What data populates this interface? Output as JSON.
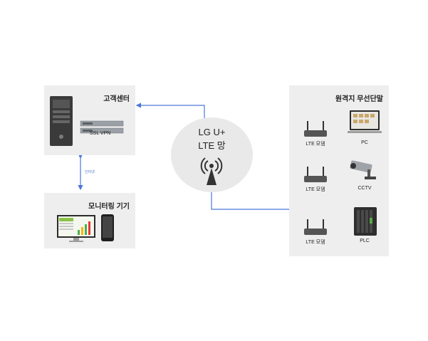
{
  "center": {
    "line1": "LG U+",
    "line2": "LTE 망"
  },
  "customer_center": {
    "title": "고객센터",
    "vpn_label": "SSL VPN"
  },
  "link_label": "인터넷",
  "monitoring": {
    "title": "모니터링 기기"
  },
  "remote": {
    "title": "원격지 무선단말",
    "rows": [
      {
        "modem_label": "LTE 모뎀",
        "device_label": "PC"
      },
      {
        "modem_label": "LTE 모뎀",
        "device_label": "CCTV"
      },
      {
        "modem_label": "LTE 모뎀",
        "device_label": "PLC"
      }
    ]
  },
  "colors": {
    "panel": "#eeeeee",
    "arrow": "#4a78d8",
    "circle": "#e9e9e9"
  }
}
